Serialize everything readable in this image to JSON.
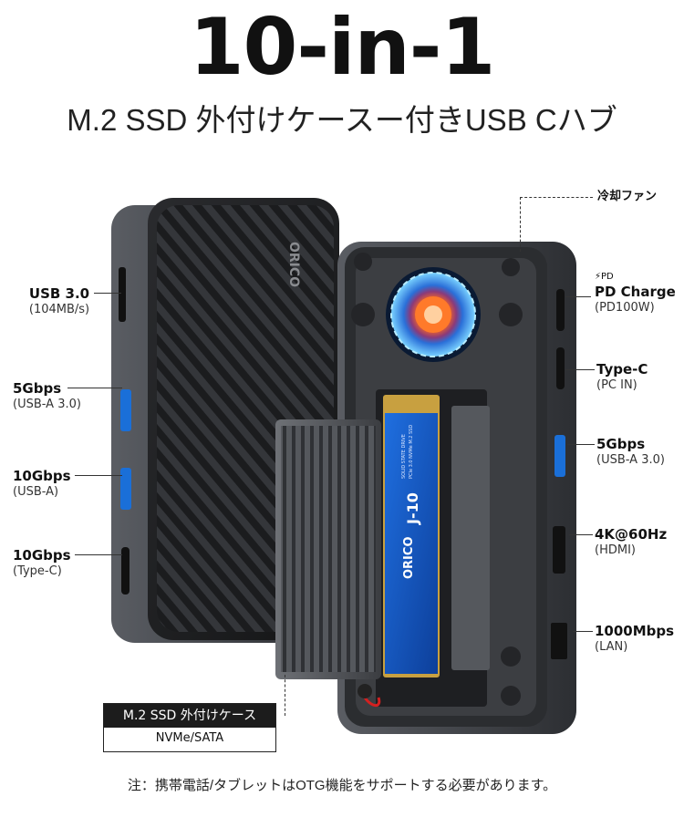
{
  "title": "10-in-1",
  "subtitle": "M.2 SSD 外付けケースー付きUSB Cハブ",
  "fan_label": "冷却ファン",
  "left_ports": [
    {
      "main": "USB 3.0",
      "sub": "(104MB/s)"
    },
    {
      "main": "5Gbps",
      "sub": "(USB-A 3.0)"
    },
    {
      "main": "10Gbps",
      "sub": "(USB-A)"
    },
    {
      "main": "10Gbps",
      "sub": "(Type-C)"
    }
  ],
  "right_ports": [
    {
      "main": "PD Charge",
      "sub": "(PD100W)",
      "badge": "PD"
    },
    {
      "main": "Type-C",
      "sub": "(PC IN)"
    },
    {
      "main": "5Gbps",
      "sub": "(USB-A 3.0)"
    },
    {
      "main": "4K@60Hz",
      "sub": "(HDMI)"
    },
    {
      "main": "1000Mbps",
      "sub": "(LAN)"
    }
  ],
  "ssd_case": {
    "title": "M.2 SSD 外付けケース",
    "spec": "NVMe/SATA"
  },
  "ssd_text": {
    "brand": "ORICO",
    "model": "J-10",
    "line1": "SOLID STATE DRIVE",
    "line2": "PCIe 3.0 NVMe M.2 SSD"
  },
  "hub_logo": "ORICO",
  "note": "注：携帯電話/タブレットはOTG機能をサポートする必要があります。",
  "colors": {
    "fan_ring": "#2fa8ff",
    "fan_core": "#ff7a2a",
    "ssd_blue": "#1a5fc8",
    "body": "#3a3c40",
    "text": "#111111"
  }
}
